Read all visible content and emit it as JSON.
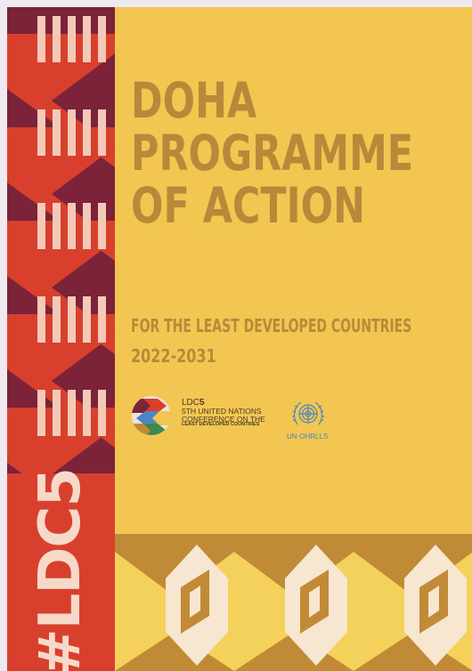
{
  "cover": {
    "title_lines": [
      "DOHA",
      "PROGRAMME",
      "OF ACTION"
    ],
    "subtitle": "FOR THE LEAST DEVELOPED COUNTRIES",
    "years": "2022-2031",
    "hashtag": "#LDC5"
  },
  "logos": {
    "ldc5": {
      "name_prefix": "LDC",
      "name_number": "5",
      "line2": "5TH UNITED NATIONS",
      "line3": "CONFERENCE ON THE",
      "line4": "LEAST DEVELOPED COUNTRIES"
    },
    "un": {
      "label": "UN-OHRLLS"
    }
  },
  "colors": {
    "background": "#f2c651",
    "title": "#b9893a",
    "maroon": "#7c2239",
    "red_orange": "#d8402d",
    "stripe": "#f5c9b8",
    "bottom_dark": "#c18a36",
    "bottom_light": "#f3d15a",
    "cream": "#f7e6d0",
    "un_blue": "#4b86c4"
  }
}
